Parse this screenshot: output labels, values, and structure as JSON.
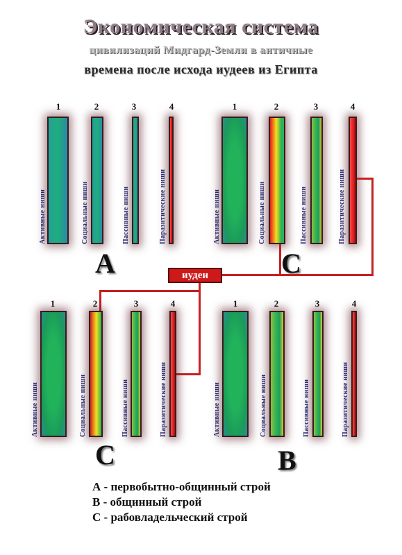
{
  "title": {
    "line1": "Экономическая система",
    "line2": "цивилизаций Мидгард-Земли в античные",
    "line3": "времена после исхода иудеев из Египта"
  },
  "niche_labels": [
    "Активные ниши",
    "Социальные ниши",
    "Пассивные ниши",
    "Паразитические ниши"
  ],
  "column_numbers": [
    "1",
    "2",
    "3",
    "4"
  ],
  "panels": {
    "top_left": {
      "letter": "A"
    },
    "top_right": {
      "letter": "C"
    },
    "bottom_left": {
      "letter": "C"
    },
    "bottom_right": {
      "letter": "B"
    }
  },
  "connector_label": "иудеи",
  "legend": [
    "А - первобытно-общинный строй",
    "В - общинный строй",
    "С - рабовладельческий строй"
  ],
  "colors": {
    "parasitic": "#e11e1e",
    "active": "#22b35a",
    "connector": "#c62020"
  }
}
